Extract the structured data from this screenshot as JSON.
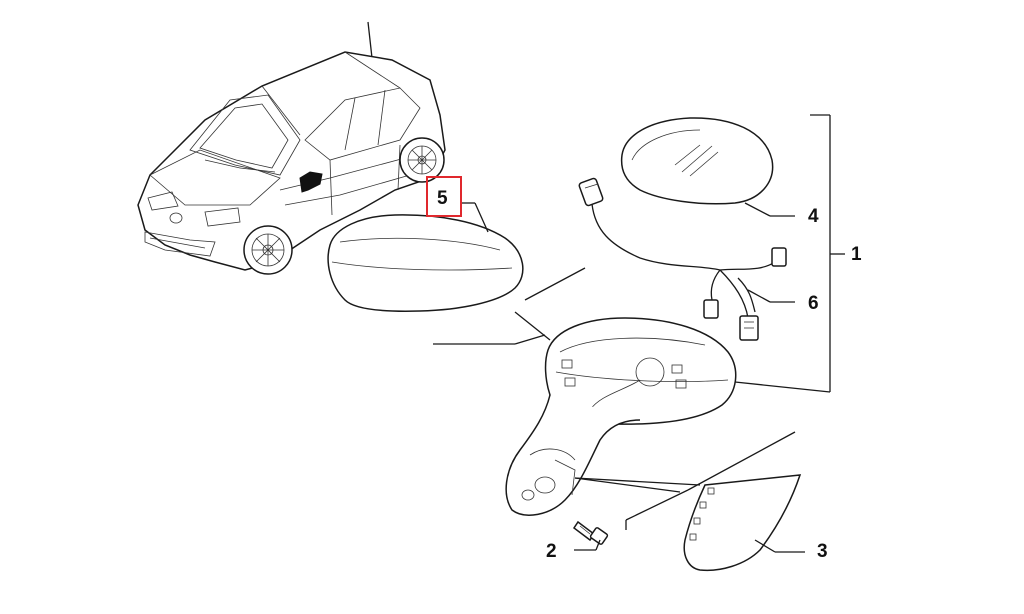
{
  "callouts": {
    "c1": "1",
    "c2": "2",
    "c3": "3",
    "c4": "4",
    "c5": "5",
    "c6": "6"
  },
  "colors": {
    "highlight_box": "#e0282d",
    "line": "#1a1a1a",
    "background": "#ffffff"
  }
}
